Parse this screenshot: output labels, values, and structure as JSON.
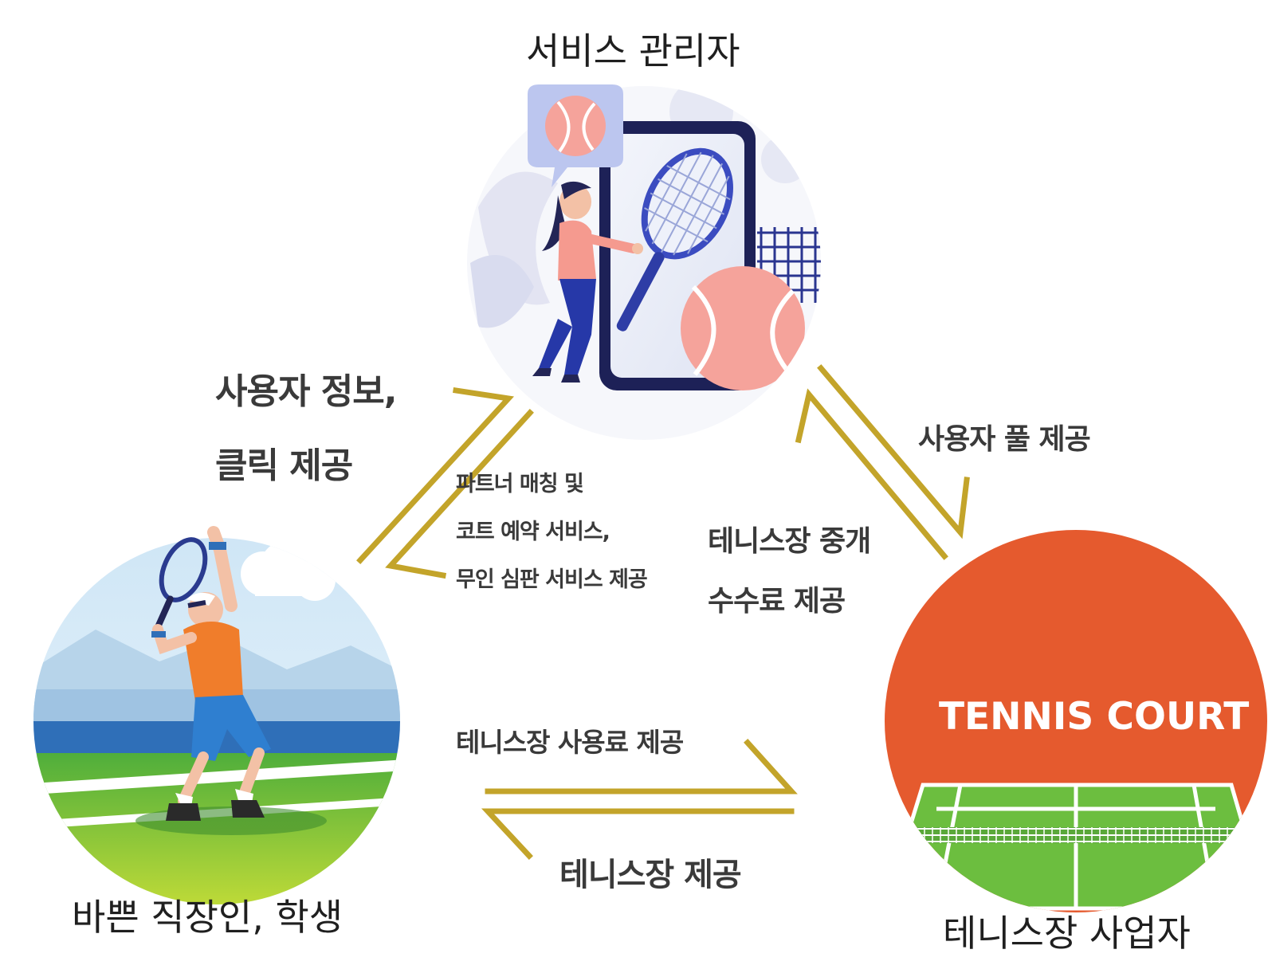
{
  "roles": {
    "admin": "서비스 관리자",
    "users": "바쁜 직장인, 학생",
    "owner": "테니스장 사업자"
  },
  "court_sign": "TENNIS COURT",
  "flows": {
    "user_to_admin": [
      "사용자 정보,",
      "클릭 제공"
    ],
    "admin_to_user": [
      "파트너 매칭 및",
      "코트 예약 서비스,",
      "무인 심판 서비스 제공"
    ],
    "admin_to_owner": "사용자 풀 제공",
    "owner_to_admin": [
      "테니스장 중개",
      "수수료 제공"
    ],
    "user_to_owner": "테니스장 사용료 제공",
    "owner_to_user": "테니스장 제공"
  },
  "colors": {
    "arrow": "#c3a42a",
    "court_orange": "#e55a2e",
    "court_green": "#6cbe3f",
    "player_shirt": "#f07d2b",
    "admin_ball": "#f5a39b"
  }
}
